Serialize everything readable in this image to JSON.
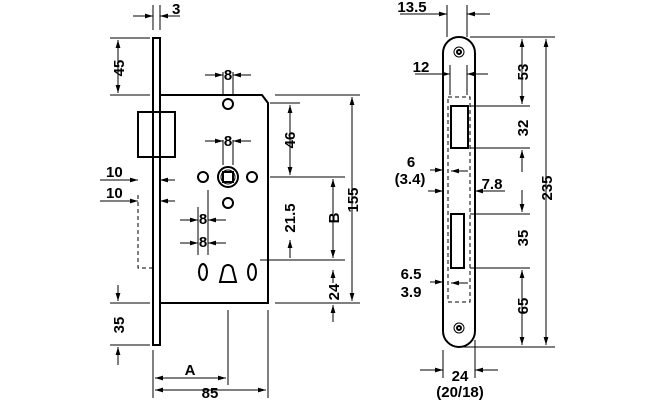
{
  "left_view": {
    "plate_thickness": "3",
    "top_to_body": "45",
    "hole_dia_top": "8",
    "hole_dia_spindle": "8",
    "spindle_from_top": "46",
    "body_height": "155",
    "dim_b": "B",
    "dim_21_5": "21.5",
    "bolt_offset_1": "10",
    "bolt_offset_2": "10",
    "hole_dia_mid": "8",
    "hole_dia_low": "8",
    "bottom_24": "24",
    "bottom_35": "35",
    "backset": "A",
    "body_depth": "85"
  },
  "right_view": {
    "dim_13_5": "13.5",
    "dim_12": "12",
    "dim_53": "53",
    "dim_32": "32",
    "total_height": "235",
    "dim_6": "6",
    "dim_3_4": "(3.4)",
    "dim_7_8": "7.8",
    "dim_35": "35",
    "dim_6_5": "6.5",
    "dim_3_9": "3.9",
    "dim_65": "65",
    "width": "24",
    "width_alt": "(20/18)"
  }
}
